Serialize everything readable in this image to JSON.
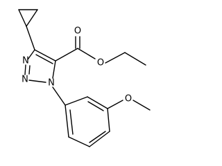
{
  "molecule": {
    "atoms": {
      "n1": "N",
      "n2": "N",
      "n3": "N",
      "o_carbonyl": "O",
      "o_ester": "O",
      "o_methoxy": "O"
    }
  }
}
